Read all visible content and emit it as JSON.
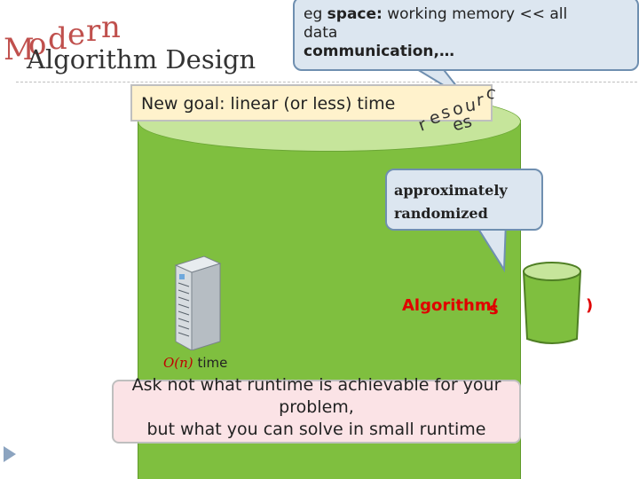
{
  "title": {
    "modern_letters": [
      "M",
      "o",
      "d",
      "e",
      "r",
      "n"
    ],
    "subtitle": "Algorithm Design"
  },
  "callout_top": {
    "line1_prefix": "eg ",
    "line1_bold": "space:",
    "line1_rest": " working memory << all",
    "line2": "data",
    "line3": "communication,…"
  },
  "goal": {
    "text": "New goal: linear (or less) time",
    "resources_letters": [
      "r",
      "e",
      "s",
      "o",
      "u",
      "r",
      "c",
      "es"
    ]
  },
  "callout_approx": {
    "line1": "approximately",
    "line2": "randomized"
  },
  "algorithm": {
    "label": "Algorithm(",
    "s": "s",
    "close_paren": ")"
  },
  "server_caption": {
    "math": "O(n)",
    "text": " time"
  },
  "quote": {
    "line1": "Ask not what runtime is achievable for your",
    "line2": "problem,",
    "line3": "but what you can solve in small runtime"
  },
  "colors": {
    "accent_red": "#c0504d",
    "cylinder_green": "#7fbf3f",
    "callout_blue": "#dce6f0"
  }
}
